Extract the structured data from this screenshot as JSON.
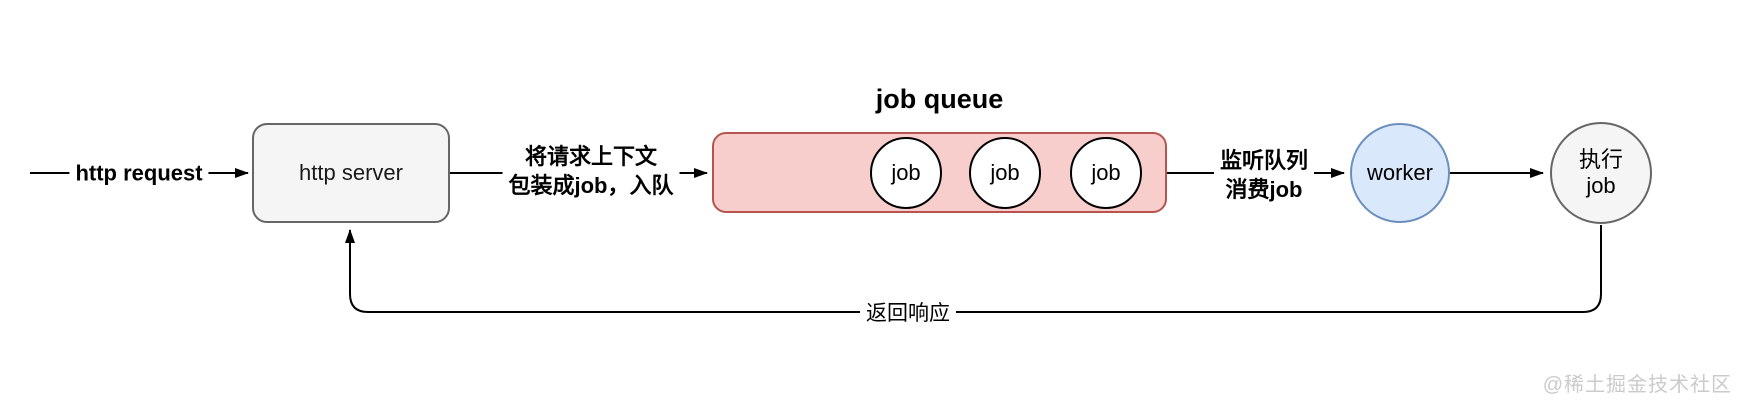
{
  "diagram": {
    "title": "job queue",
    "nodes": {
      "http_server": {
        "label": "http server"
      },
      "job_queue": {
        "title": "job queue",
        "items": [
          "job",
          "job",
          "job"
        ]
      },
      "worker": {
        "label": "worker"
      },
      "executor": {
        "line1": "执行",
        "line2": "job"
      }
    },
    "edges": {
      "http_request": {
        "label": "http request"
      },
      "enqueue": {
        "line1": "将请求上下文",
        "line2": "包装成job，入队"
      },
      "consume": {
        "line1": "监听队列",
        "line2": "消费job"
      },
      "return": {
        "label": "返回响应"
      }
    },
    "colors": {
      "queue_fill": "#f8cecc",
      "queue_stroke": "#b85450",
      "worker_fill": "#dae8fc",
      "worker_stroke": "#6c8ebf",
      "node_fill": "#f5f5f5",
      "node_stroke": "#666666",
      "job_circle_fill": "#ffffff",
      "job_circle_stroke": "#000000",
      "line": "#000000",
      "watermark": "#cbcbcb"
    }
  },
  "watermark": "@稀土掘金技术社区"
}
